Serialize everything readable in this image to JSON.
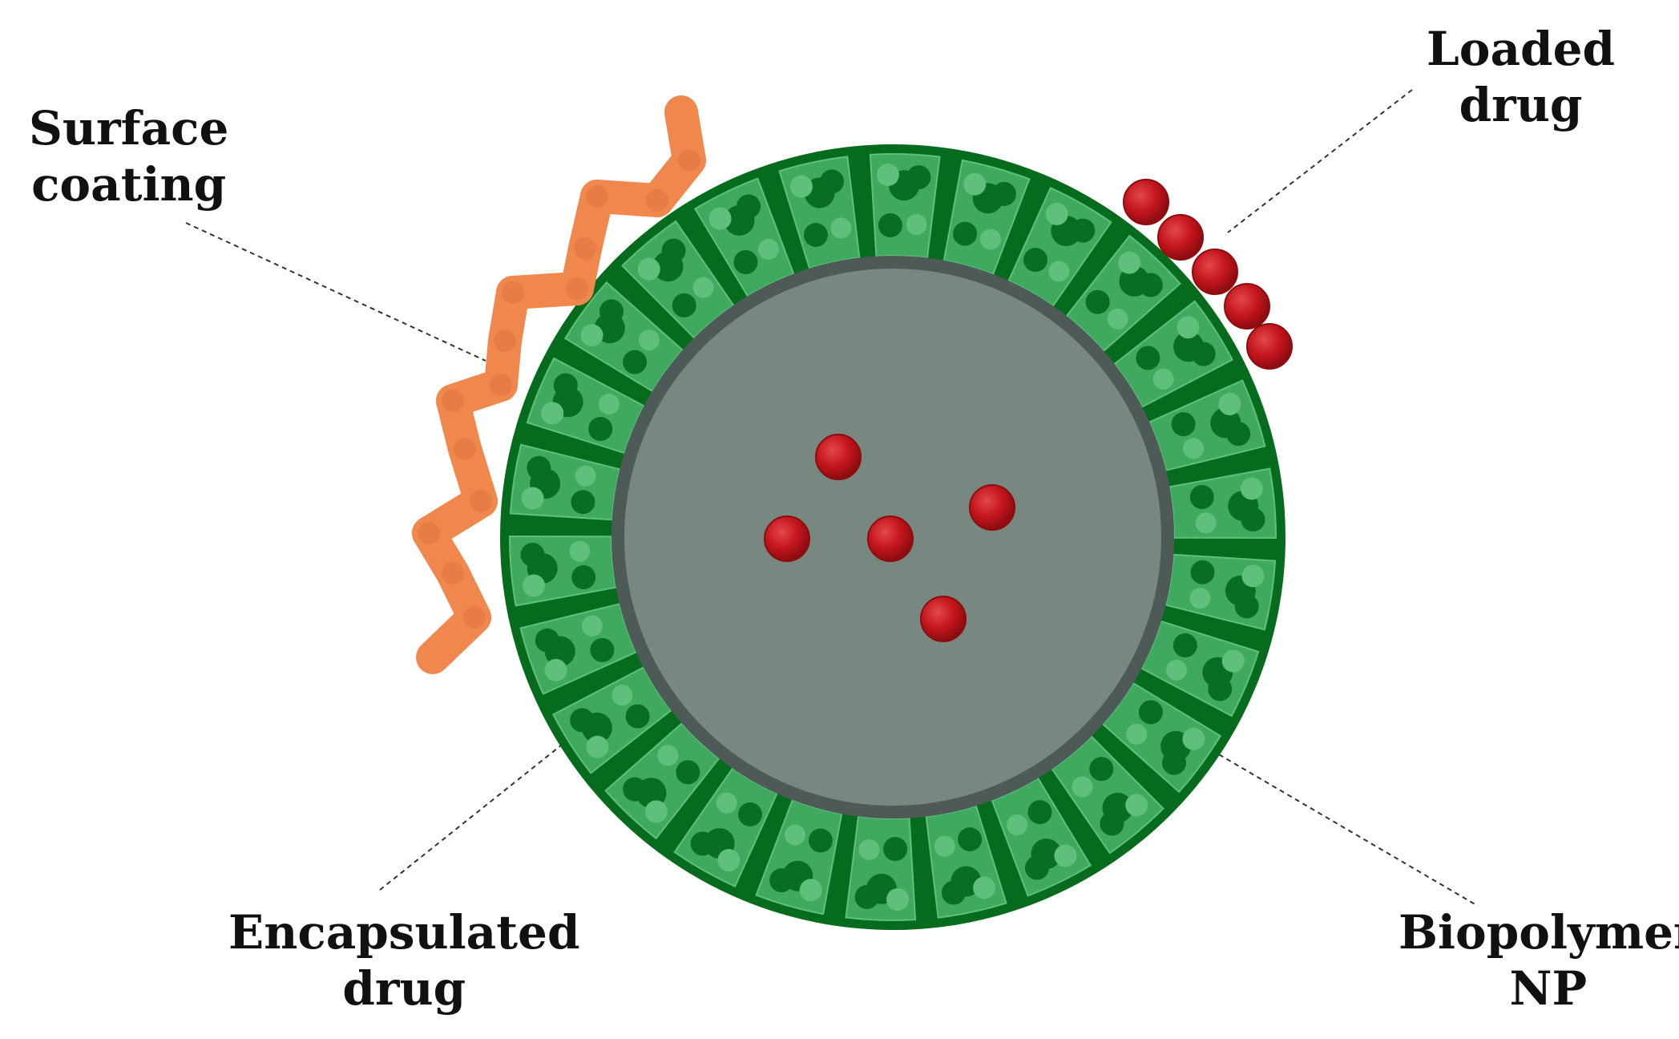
{
  "labels": {
    "surface_coating": {
      "line1": "Surface",
      "line2": "coating"
    },
    "loaded_drug": {
      "line1": "Loaded",
      "line2": "drug"
    },
    "encapsulated_drug": {
      "line1": "Encapsulated",
      "line2": "drug"
    },
    "biopolymer_np": {
      "line1": "Biopolymer",
      "line2": "NP"
    }
  },
  "colors": {
    "shell_dark": "#066b1c",
    "shell_segment": "#3faa5f",
    "shell_pore": "#0a6e22",
    "shell_pore_light": "#5fc07c",
    "core_fill": "#768880",
    "core_rim": "#4e5a57",
    "drug": "#c4161c",
    "drug_edge": "#8c0c10",
    "coating": "#f0884e",
    "coating_dark": "#d9703a",
    "leader": "#333333"
  },
  "icons": {
    "nanoparticle": "nanoparticle-icon",
    "drug_molecule": "drug-molecule-icon",
    "polymer_chain": "polymer-chain-icon"
  }
}
